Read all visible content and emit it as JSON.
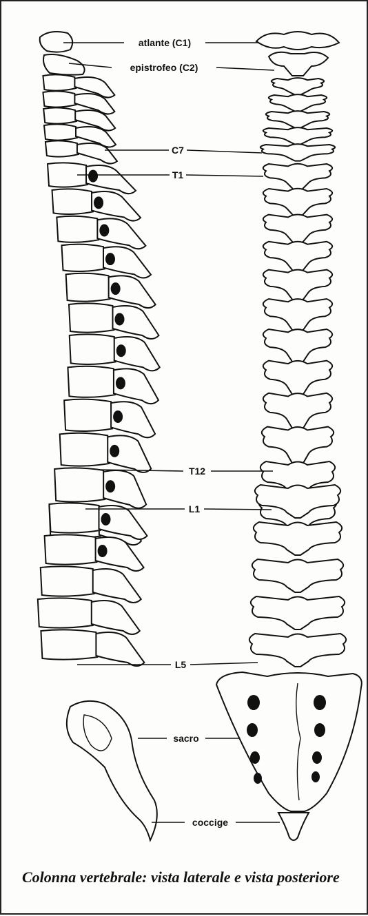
{
  "labels": {
    "atlas": "atlante (C1)",
    "axis": "epistrofeo (C2)",
    "c7": "C7",
    "t1": "T1",
    "t12": "T12",
    "l1": "L1",
    "l5": "L5",
    "sacrum": "sacro",
    "coccyx": "coccige"
  },
  "caption": "Colonna vertebrale: vista laterale e vista posteriore",
  "colors": {
    "ink": "#111111",
    "paper": "#fdfdfb",
    "border": "#222222"
  }
}
